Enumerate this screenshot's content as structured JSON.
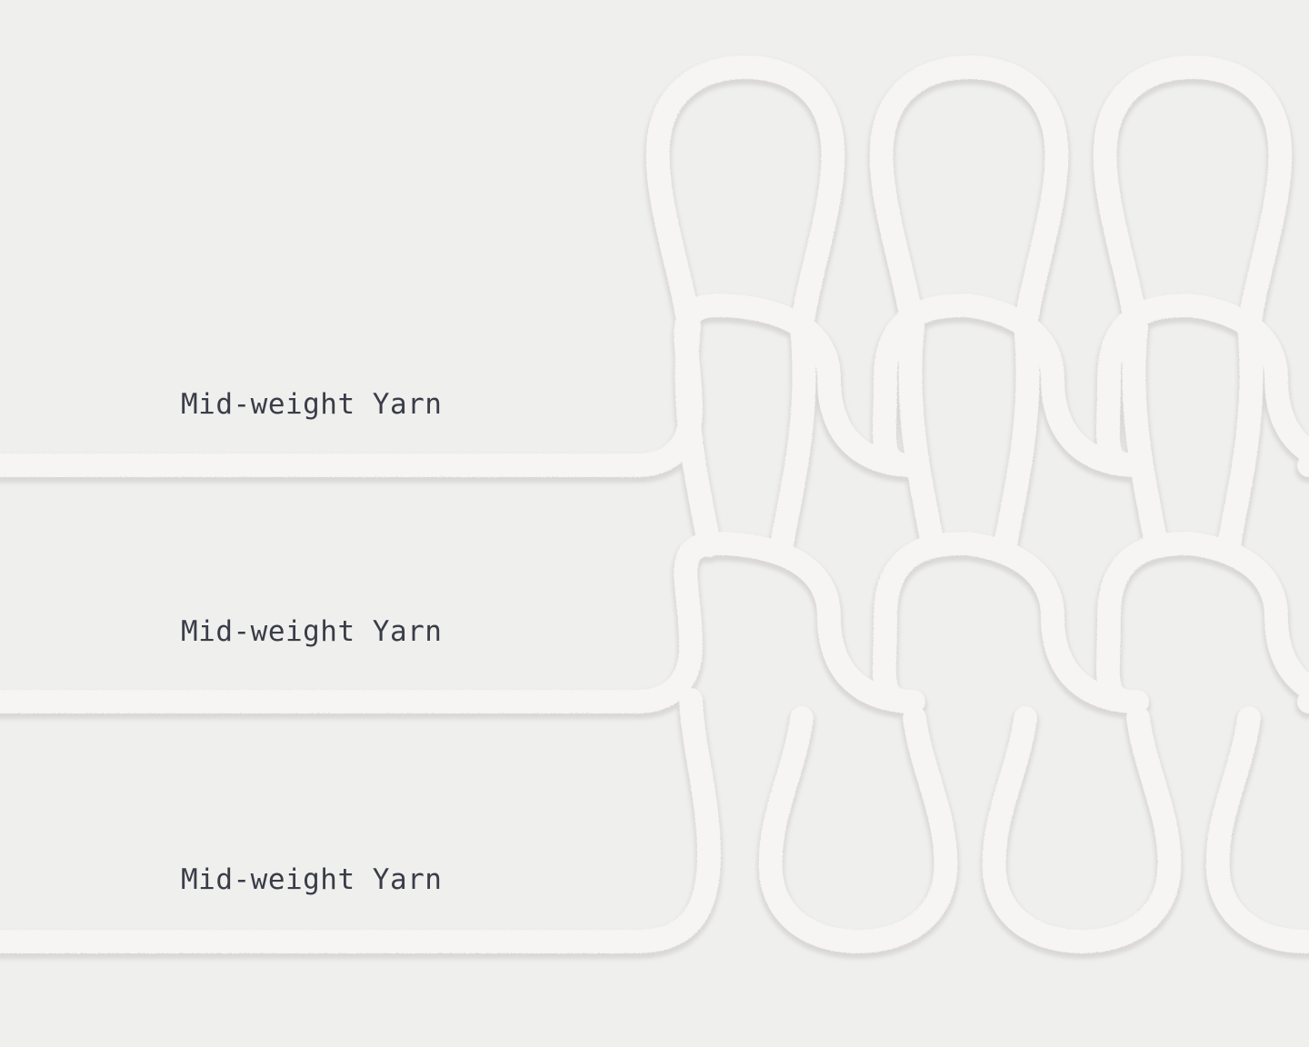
{
  "colors": {
    "background": "#efefed",
    "yarn": "#f6f5f3",
    "yarn_shadow": "#d9d8d5",
    "label_text": "#3a3d48"
  },
  "rows": [
    {
      "label": "Mid-weight Yarn"
    },
    {
      "label": "Mid-weight Yarn"
    },
    {
      "label": "Mid-weight Yarn"
    }
  ]
}
